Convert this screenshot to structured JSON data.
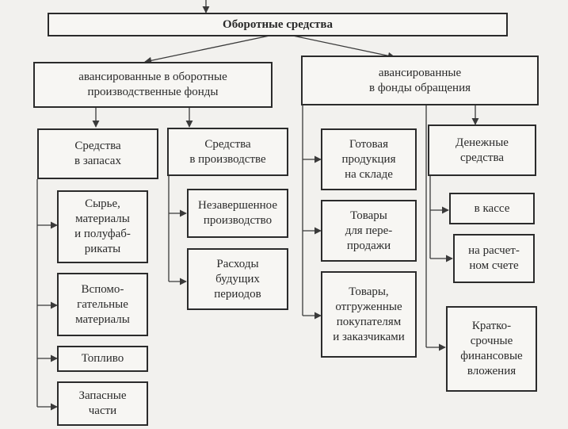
{
  "root": {
    "label": "Оборотные средства"
  },
  "branches": [
    {
      "label": "авансированные в оборотные\nпроизводственные фонды",
      "groups": [
        {
          "label": "Средства\nв запасах",
          "items": [
            "Сырье,\nматериалы\nи полуфаб-\nрикаты",
            "Вспомо-\nгательные\nматериалы",
            "Топливо",
            "Запасные\nчасти"
          ]
        },
        {
          "label": "Средства\nв производстве",
          "items": [
            "Незавершенное\nпроизводство",
            "Расходы\nбудущих\nпериодов"
          ]
        }
      ]
    },
    {
      "label": "авансированные\nв фонды обращения",
      "direct_items": [
        "Готовая\nпродукция\nна складе",
        "Товары\nдля пере-\nпродажи",
        "Товары,\nотгруженные\nпокупателям\nи заказчиками"
      ],
      "groups": [
        {
          "label": "Денежные\nсредства",
          "items": [
            "в кассе",
            "на расчет-\nном счете"
          ]
        }
      ],
      "extra_items": [
        "Кратко-\nсрочные\nфинансовые\nвложения"
      ]
    }
  ]
}
